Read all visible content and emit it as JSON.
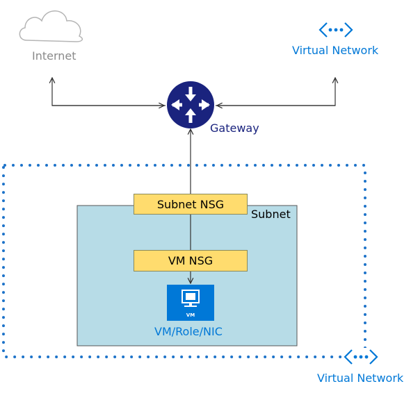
{
  "labels": {
    "internet": "Internet",
    "virtual_network_top": "Virtual Network",
    "gateway": "Gateway",
    "subnet_nsg": "Subnet NSG",
    "subnet": "Subnet",
    "vm_nsg": "VM NSG",
    "vm_badge": "VM",
    "vm_role_nic": "VM/Role/NIC",
    "virtual_network_bottom": "Virtual Network"
  },
  "colors": {
    "azure_blue": "#0078d7",
    "gateway_navy": "#1a237e",
    "subnet_fill": "#b7dce7",
    "nsg_fill": "#ffdc6e",
    "internet_gray": "#8a8a8a",
    "dotted_border": "#1d73c9"
  },
  "icons": {
    "internet": "cloud-icon",
    "virtual_network": "vnet-icon",
    "gateway": "router-icon",
    "vm": "vm-monitor-icon"
  }
}
